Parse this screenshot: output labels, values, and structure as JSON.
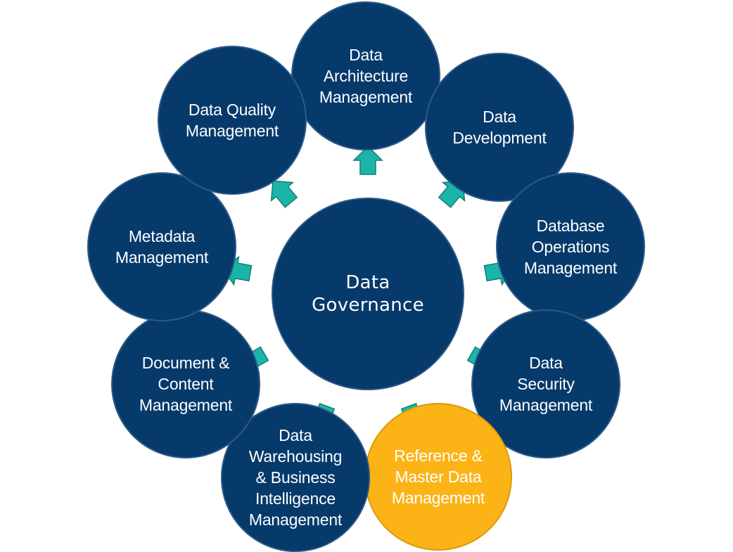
{
  "center": {
    "line1": "Data",
    "line2": "Governance"
  },
  "nodes": [
    {
      "lines": [
        "Data",
        "Architecture",
        "Management"
      ]
    },
    {
      "lines": [
        "Data",
        "Development"
      ]
    },
    {
      "lines": [
        "Database",
        "Operations",
        "Management"
      ]
    },
    {
      "lines": [
        "Data",
        "Security",
        "Management"
      ]
    },
    {
      "lines": [
        "Reference &",
        "Master Data",
        "Management"
      ]
    },
    {
      "lines": [
        "Data",
        "Warehousing",
        "& Business",
        "Intelligence",
        "Management"
      ]
    },
    {
      "lines": [
        "Document &",
        "Content",
        "Management"
      ]
    },
    {
      "lines": [
        "Metadata",
        "Management"
      ]
    },
    {
      "lines": [
        "Data Quality",
        "Management"
      ]
    }
  ],
  "colors": {
    "node_fill": "#063a6b",
    "highlight_fill": "#fbb316",
    "arrow_fill": "#1ab5a8",
    "arrow_stroke": "#0e7f77"
  }
}
